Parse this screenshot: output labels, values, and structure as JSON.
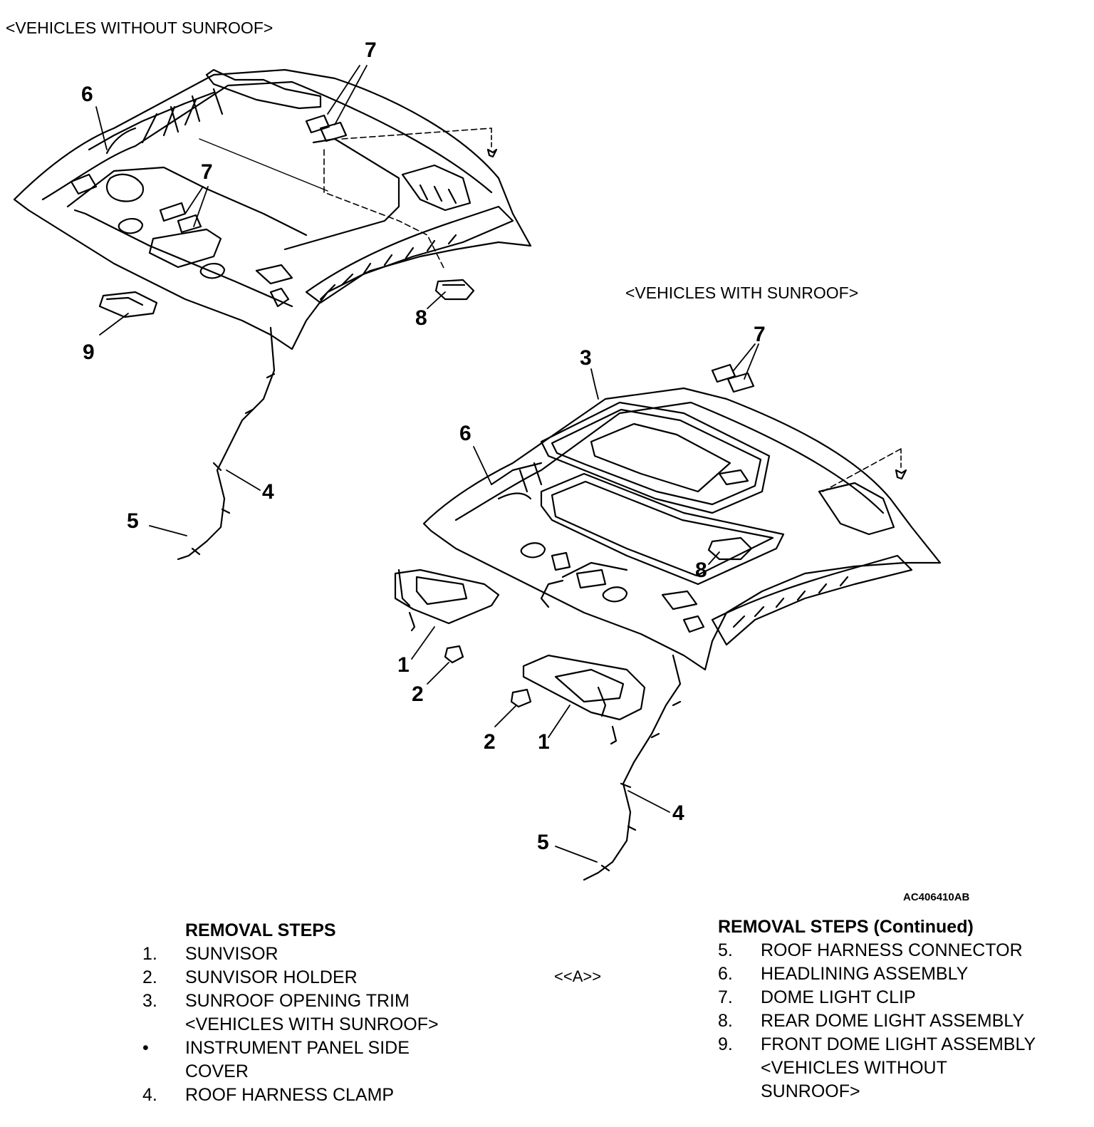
{
  "labels": {
    "without_sunroof": "<VEHICLES WITHOUT SUNROOF>",
    "with_sunroof": "<VEHICLES WITH SUNROOF>",
    "figure_code": "AC406410AB"
  },
  "callouts": {
    "top": {
      "n6": "6",
      "n7a": "7",
      "n7b": "7",
      "n8": "8",
      "n9": "9",
      "n4": "4",
      "n5": "5"
    },
    "bottom": {
      "n3": "3",
      "n7": "7",
      "n6": "6",
      "n8": "8",
      "n1a": "1",
      "n2a": "2",
      "n1b": "1",
      "n2b": "2",
      "n4": "4",
      "n5": "5"
    }
  },
  "removal_steps_left": {
    "title": "REMOVAL STEPS",
    "items": [
      {
        "num": "1.",
        "text": "SUNVISOR"
      },
      {
        "num": "2.",
        "text": "SUNVISOR HOLDER"
      },
      {
        "num": "3.",
        "text": "SUNROOF OPENING TRIM"
      },
      {
        "num": "",
        "text": "<VEHICLES WITH SUNROOF>"
      },
      {
        "num": "•",
        "text": "INSTRUMENT PANEL SIDE"
      },
      {
        "num": "",
        "text": "COVER"
      },
      {
        "num": "4.",
        "text": "ROOF HARNESS CLAMP"
      }
    ]
  },
  "ref_a": "<<A>>",
  "removal_steps_right": {
    "title": "REMOVAL STEPS (Continued)",
    "items": [
      {
        "num": "5.",
        "text": "ROOF HARNESS CONNECTOR"
      },
      {
        "num": "6.",
        "text": "HEADLINING ASSEMBLY"
      },
      {
        "num": "7.",
        "text": "DOME LIGHT CLIP"
      },
      {
        "num": "8.",
        "text": "REAR DOME LIGHT ASSEMBLY"
      },
      {
        "num": "9.",
        "text": "FRONT DOME LIGHT ASSEMBLY"
      },
      {
        "num": "",
        "text": "<VEHICLES WITHOUT"
      },
      {
        "num": "",
        "text": "SUNROOF>"
      }
    ]
  }
}
